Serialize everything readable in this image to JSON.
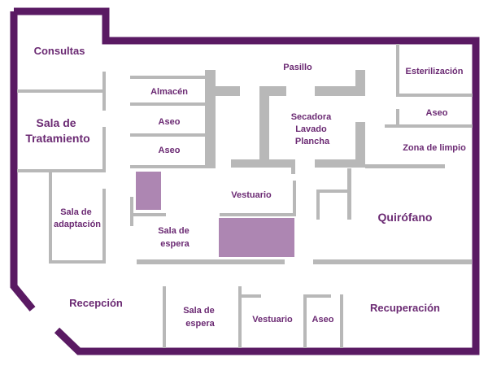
{
  "rooms": {
    "consultas": "Consultas",
    "sala_tratamiento": [
      "Sala de",
      "Tratamiento"
    ],
    "sala_adaptacion": [
      "Sala de",
      "adaptación"
    ],
    "almacen": "Almacén",
    "aseo_1": "Aseo",
    "aseo_2": "Aseo",
    "pasillo": "Pasillo",
    "secadora": [
      "Secadora",
      "Lavado",
      "Plancha"
    ],
    "esterilizacion": "Esterilización",
    "aseo_3": "Aseo",
    "zona_limpio": "Zona de limpio",
    "vestuario_1": "Vestuario",
    "sala_espera_1": [
      "Sala de",
      "espera"
    ],
    "quirofano": "Quirófano",
    "recepcion": "Recepción",
    "sala_espera_2": [
      "Sala de",
      "espera"
    ],
    "vestuario_2": "Vestuario",
    "aseo_4": "Aseo",
    "recuperacion": "Recuperación"
  },
  "colors": {
    "outer_wall": "#5a1a63",
    "inner_wall": "#b8b8b8",
    "furniture": "#ad86b2",
    "label": "#6b2a73"
  }
}
